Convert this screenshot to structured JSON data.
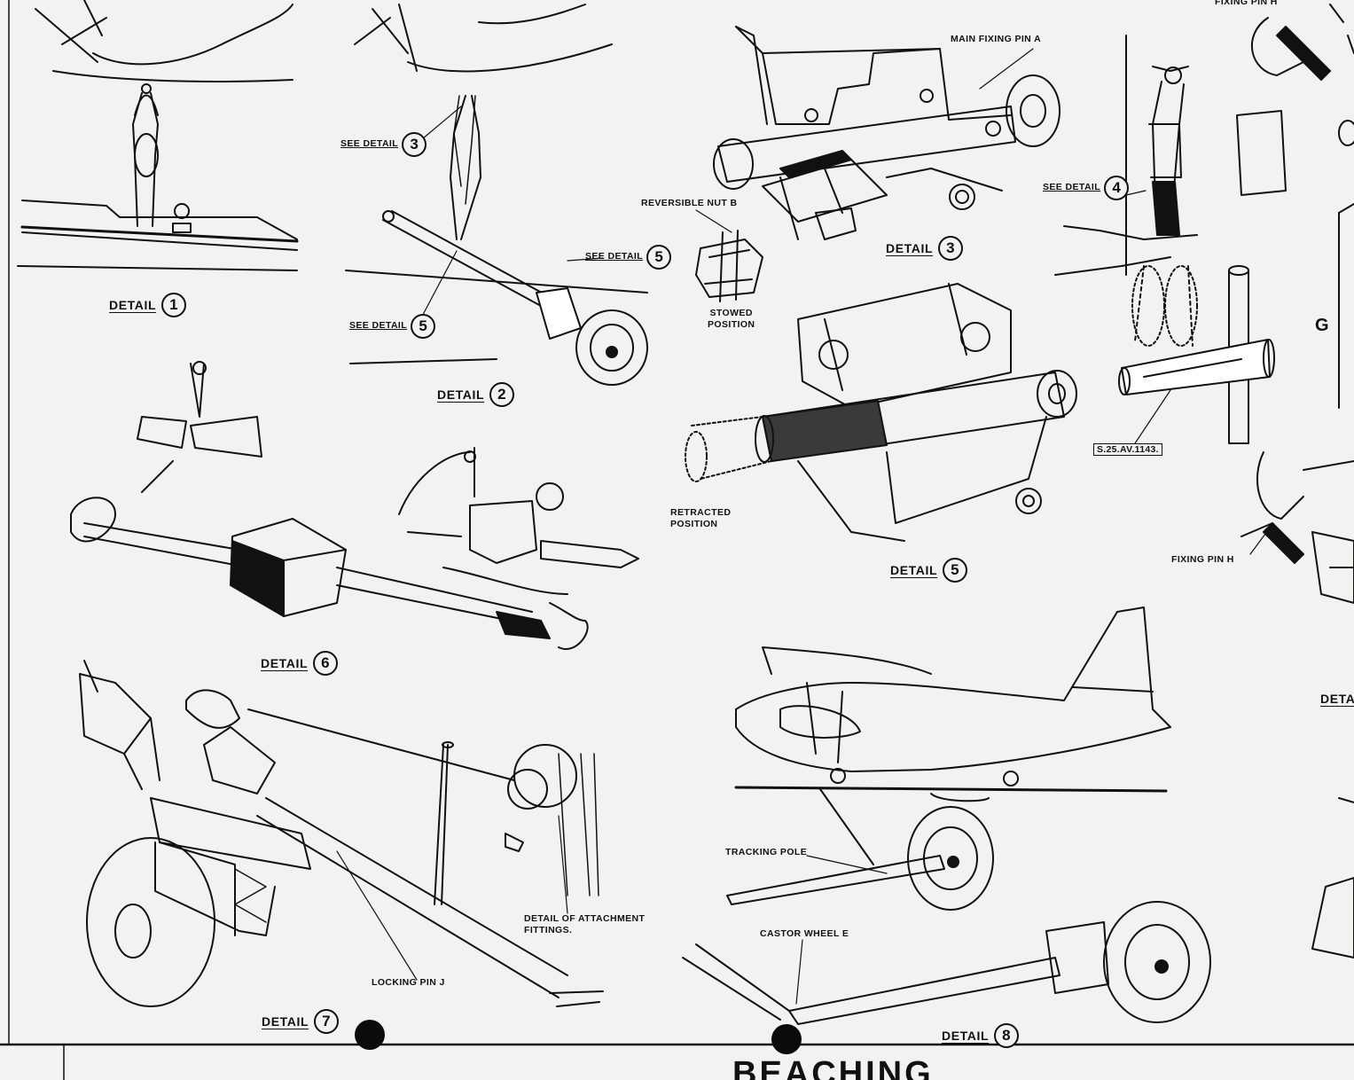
{
  "details": {
    "d1": {
      "label": "DETAIL",
      "num": "1"
    },
    "d2": {
      "label": "DETAIL",
      "num": "2"
    },
    "d3": {
      "label": "DETAIL",
      "num": "3"
    },
    "d5": {
      "label": "DETAIL",
      "num": "5"
    },
    "d6": {
      "label": "DETAIL",
      "num": "6"
    },
    "d7": {
      "label": "DETAIL",
      "num": "7"
    },
    "d8": {
      "label": "DETAIL",
      "num": "8"
    },
    "right_partial": "DETA"
  },
  "refs": {
    "see3": {
      "label": "SEE DETAIL",
      "num": "3"
    },
    "see5_upper": {
      "label": "SEE DETAIL",
      "num": "5"
    },
    "see5_lower": {
      "label": "SEE DETAIL",
      "num": "5"
    },
    "see4": {
      "label": "SEE DETAIL",
      "num": "4"
    }
  },
  "callouts": {
    "main_fixing_pin": "MAIN FIXING PIN A",
    "reversible_nut": "REVERSIBLE NUT B",
    "stowed_position": [
      "STOWED",
      "POSITION"
    ],
    "retracted_position": [
      "RETRACTED",
      "POSITION"
    ],
    "fixing_pin_h": "FIXING PIN H",
    "fixing_pin_top": "FIXING PIN H",
    "part_number": "S.25.AV.1143.",
    "g_letter": "G",
    "tracking_pole": "TRACKING POLE",
    "castor_wheel": "CASTOR WHEEL E",
    "attachment": [
      "DETAIL OF ATTACHMENT",
      "FITTINGS."
    ],
    "locking_pin": "LOCKING PIN J"
  },
  "footer": {
    "title": "BEACHING"
  },
  "colors": {
    "paper": "#f2f2f0",
    "ink": "#111111"
  }
}
